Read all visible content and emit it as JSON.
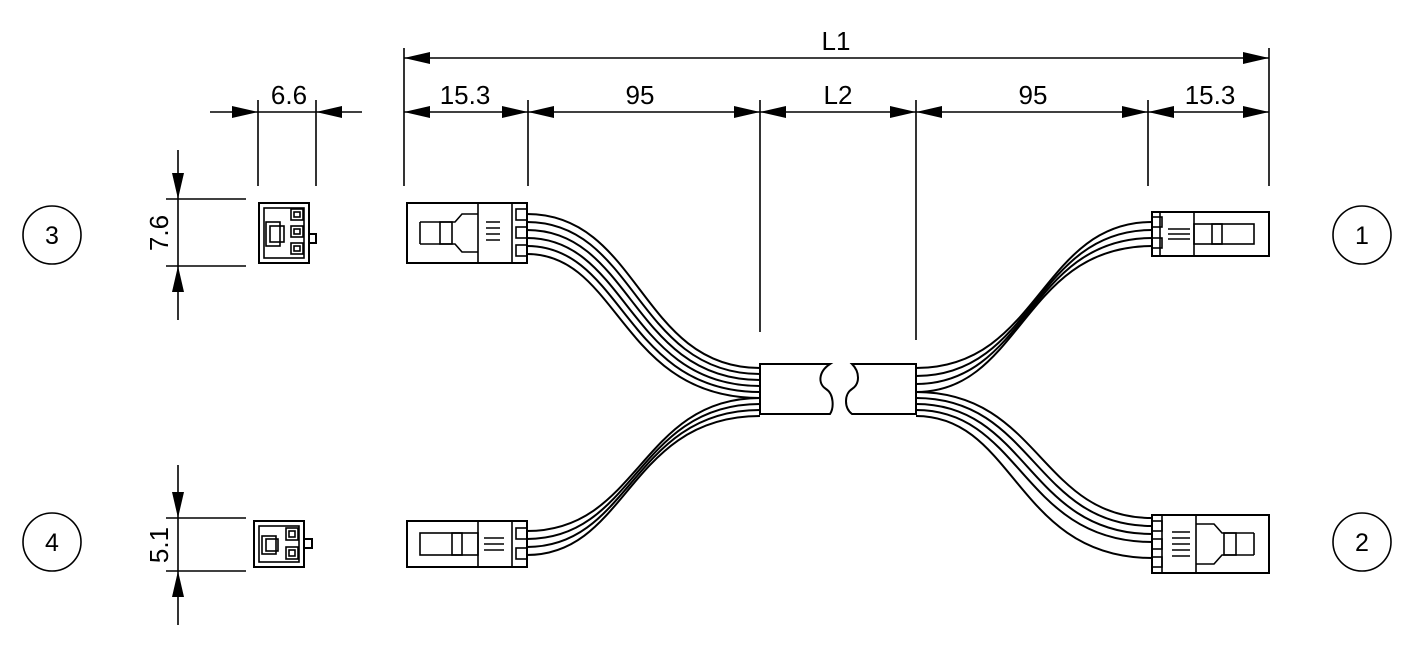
{
  "dimensions": {
    "l1": "L1",
    "l2": "L2",
    "left_plug_length": "15.3",
    "right_plug_length": "15.3",
    "left_wire_length": "95",
    "right_wire_length": "95",
    "face_width": "6.6",
    "face_height_3": "7.6",
    "face_height_4": "5.1"
  },
  "callouts": {
    "c1": "1",
    "c2": "2",
    "c3": "3",
    "c4": "4"
  }
}
